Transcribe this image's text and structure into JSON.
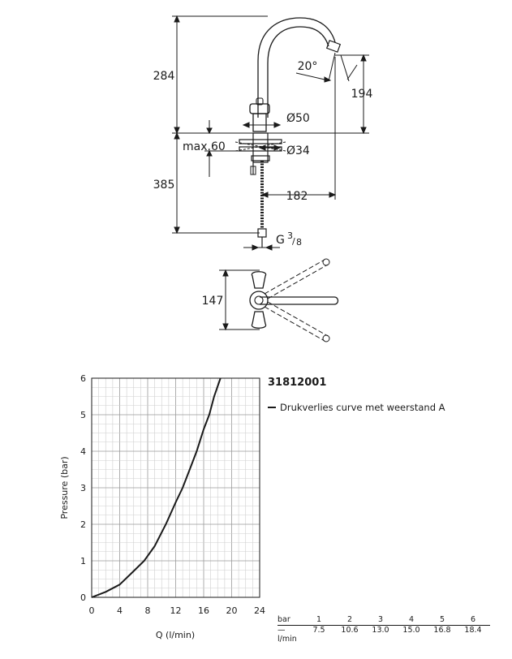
{
  "drawing": {
    "dims": {
      "height_top": "284",
      "height_spout": "194",
      "angle": "20°",
      "diam_top": "Ø50",
      "max_thickness": "max.60",
      "diam_bottom": "Ø34",
      "depth": "385",
      "reach": "182",
      "connection": "G",
      "connection_frac_num": "3",
      "connection_frac_den": "8",
      "handle_width": "147"
    }
  },
  "chart_data": {
    "type": "line",
    "xlabel": "Q (l/min)",
    "ylabel": "Pressure (bar)",
    "xlim": [
      0,
      24
    ],
    "ylim": [
      0,
      6
    ],
    "xticks": [
      "0",
      "4",
      "8",
      "12",
      "16",
      "20",
      "24"
    ],
    "yticks": [
      "0",
      "1",
      "2",
      "3",
      "4",
      "5",
      "6"
    ],
    "grid": true,
    "series": [
      {
        "name": "Drukverlies curve met weerstand A",
        "x": [
          0,
          2,
          4,
          6,
          7.5,
          9,
          10.6,
          12,
          13,
          14,
          15,
          16,
          16.8,
          17.5,
          18.4
        ],
        "y": [
          0,
          0.15,
          0.35,
          0.72,
          1.0,
          1.4,
          2.0,
          2.6,
          3.0,
          3.5,
          4.0,
          4.6,
          5.0,
          5.5,
          6.0
        ]
      }
    ]
  },
  "legend": {
    "product_code": "31812001",
    "series_label": "Drukverlies curve met weerstand A"
  },
  "table": {
    "unit_top": "bar",
    "unit_bottom": "l/min",
    "pressures": [
      "1",
      "2",
      "3",
      "4",
      "5",
      "6"
    ],
    "flows": [
      "7.5",
      "10.6",
      "13.0",
      "15.0",
      "16.8",
      "18.4"
    ]
  }
}
